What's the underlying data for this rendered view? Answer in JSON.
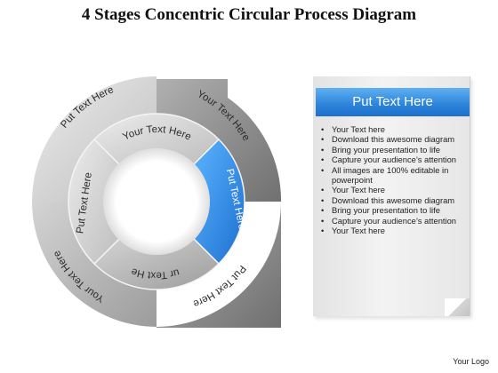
{
  "title": "4 Stages Concentric Circular Process Diagram",
  "diagram": {
    "outer_labels": [
      "Your Text Here",
      "Put Text Here",
      "Your Text Here",
      "Put Text Here"
    ],
    "inner_labels": [
      "Your Text Here",
      "Put Text Here",
      "Your Text Here",
      "Put Text Here"
    ],
    "highlighted_stage": "Put Text Here",
    "colors": {
      "highlight": "#2e86e6",
      "segment_light": "#cfcfcf",
      "segment_dark": "#8a8a8a"
    }
  },
  "panel": {
    "header": "Put Text Here",
    "header_color": "#2f86dc",
    "bullets": [
      "Your Text here",
      "Download this awesome diagram",
      "Bring your presentation to life",
      "Capture your audience’s attention",
      "All images are 100% editable in powerpoint",
      "Your Text here",
      "Download this awesome diagram",
      "Bring your presentation to life",
      "Capture your audience’s attention",
      "Your Text here"
    ]
  },
  "logo": "Your Logo"
}
